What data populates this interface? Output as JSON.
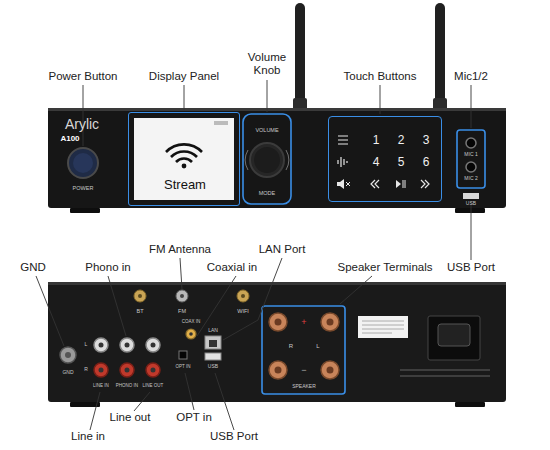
{
  "diagram": {
    "nodes": [
      {
        "text": [
          "Stream"
        ]
      },
      {
        "text": [
          "1",
          "2",
          "3",
          "4",
          "5",
          "6"
        ]
      }
    ],
    "labels": [
      "Power Button",
      "Display Panel",
      "Volume Knob",
      "Touch Buttons",
      "Mic1/2",
      "USB Port",
      "GND",
      "Phono in",
      "FM Antenna",
      "Coaxial in",
      "LAN Port",
      "Speaker Terminals",
      "Line in",
      "Line out",
      "OPT in",
      "USB Port",
      "Arylic",
      "A100",
      "POWER",
      "VOLUME",
      "MODE",
      "MIC 1",
      "MIC 2",
      "USB",
      "BT",
      "FM",
      "COAX IN",
      "WIFI",
      "GND",
      "LINE IN",
      "PHONO IN",
      "LINE OUT",
      "OPT IN",
      "LAN",
      "USB",
      "SPEAKER",
      "+",
      "R",
      "L",
      "−",
      "L",
      "R"
    ]
  }
}
